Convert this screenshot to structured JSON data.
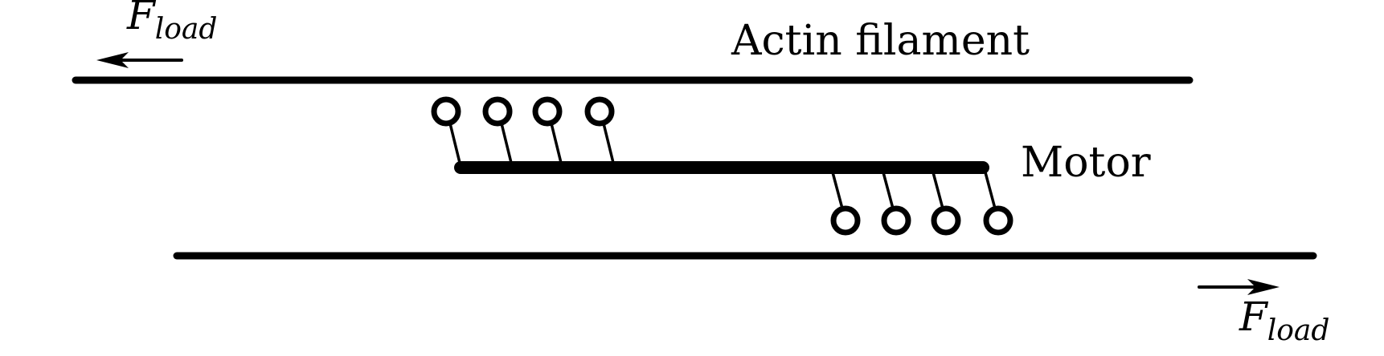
{
  "labels": {
    "actin": "Actin filament",
    "motor": "Motor",
    "force_symbol": "F",
    "force_subscript": "load"
  },
  "motor": {
    "top_heads": 4,
    "bottom_heads": 4
  },
  "colors": {
    "ink": "#000000",
    "background": "#ffffff"
  }
}
